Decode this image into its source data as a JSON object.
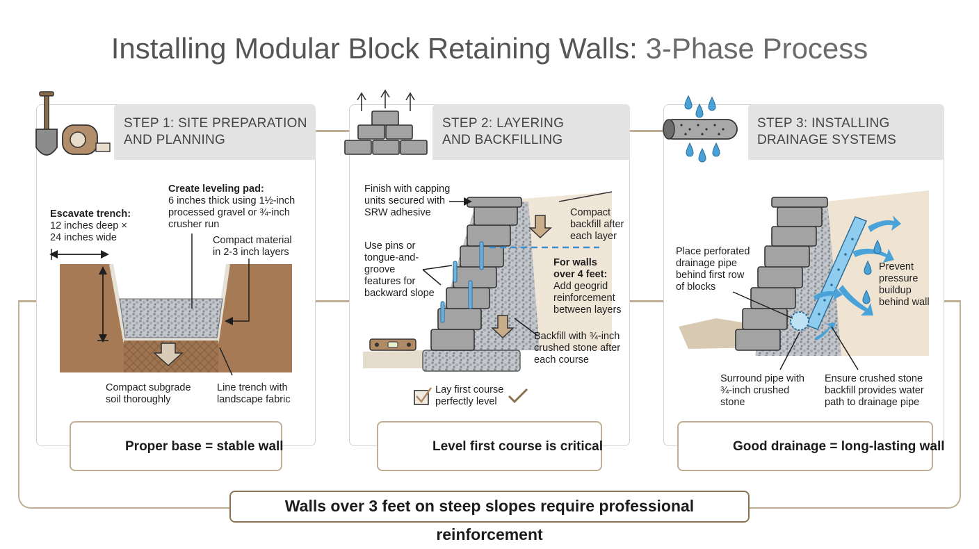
{
  "title": {
    "main": "Installing Modular Block Retaining Walls:",
    "rest": "3-Phase Process"
  },
  "steps": [
    {
      "label_line1": "STEP 1: SITE PREPARATION",
      "label_line2": "AND PLANNING",
      "notes": {
        "excavate_head": "Escavate trench:",
        "excavate_l1": "12 inches deep ×",
        "excavate_l2": "24 inches wide",
        "pad_head": "Create leveling pad:",
        "pad_l1": "6 inches thick using 1½-inch",
        "pad_l2": "processed gravel or ¾-inch",
        "pad_l3": "crusher run",
        "compact_l1": "Compact material",
        "compact_l2": "in 2-3 inch layers",
        "subgrade_l1": "Compact subgrade",
        "subgrade_l2": "soil thoroughly",
        "fabric_l1": "Line trench with",
        "fabric_l2": "landscape fabric"
      },
      "callout": "Proper base = stable wall"
    },
    {
      "label_line1": "STEP 2: LAYERING",
      "label_line2": "AND BACKFILLING",
      "notes": {
        "cap_l1": "Finish with capping",
        "cap_l2": "units secured with",
        "cap_l3": "SRW adhesive",
        "compact_l1": "Compact",
        "compact_l2": "backfill after",
        "compact_l3": "each layer",
        "pins_l1": "Use pins or",
        "pins_l2": "tongue-and-",
        "pins_l3": "groove",
        "pins_l4": "features for",
        "pins_l5": "backward slope",
        "geo_head1": "For walls",
        "geo_head2": "over 4 feet:",
        "geo_l1": "Add geogrid",
        "geo_l2": "reinforcement",
        "geo_l3": "between layers",
        "backfill_l1": "Backfill with ¾-inch",
        "backfill_l2": "crushed stone after",
        "backfill_l3": "each course",
        "level_l1": "Lay first course",
        "level_l2": "perfectly level"
      },
      "callout": "Level first course is critical"
    },
    {
      "label_line1": "STEP 3: INSTALLING",
      "label_line2": "DRAINAGE SYSTEMS",
      "notes": {
        "pipe_l1": "Place perforated",
        "pipe_l2": "drainage pipe",
        "pipe_l3": "behind first row",
        "pipe_l4": "of blocks",
        "pressure_l1": "Prevent",
        "pressure_l2": "pressure",
        "pressure_l3": "buildup",
        "pressure_l4": "behind wall",
        "surround_l1": "Surround pipe with",
        "surround_l2": "¾-inch crushed",
        "surround_l3": "stone",
        "ensure_l1": "Ensure crushed stone",
        "ensure_l2": "backfill provides water",
        "ensure_l3": "path to drainage pipe"
      },
      "callout": "Good drainage = long-lasting wall"
    }
  ],
  "banner": "Walls over 3 feet on steep slopes require professional reinforcement",
  "colors": {
    "frame": "#bfae94",
    "soil": "#a57a55",
    "gravel": "#b9bec4",
    "block": "#9c9c9c",
    "water": "#4aa3d8",
    "banner_border": "#8a7152"
  },
  "icons": [
    "shovel-icon",
    "tape-measure-icon",
    "block-stack-icon",
    "perforated-pipe-icon",
    "water-drop-icon",
    "level-tool-icon",
    "checkbox-icon",
    "drainage-flow-icon"
  ]
}
